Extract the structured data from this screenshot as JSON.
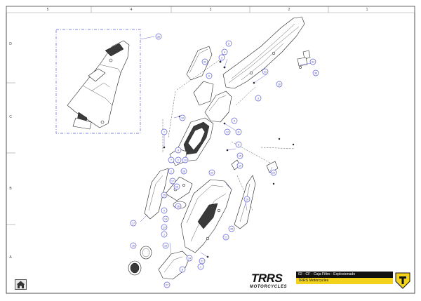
{
  "frame": {
    "columns": [
      "5",
      "4",
      "3",
      "2",
      "1"
    ],
    "rows": [
      "D",
      "C",
      "B",
      "A"
    ]
  },
  "title_block": {
    "logo_text_main": "TRRS",
    "logo_text_sub": "MOTORCYCLES",
    "title": "02 - CF - Caja Filtro - Explosionado",
    "subtitle": "TRRS Motorcycles"
  },
  "colors": {
    "callout": "#5b5bd6",
    "title_bar": "#111111",
    "subtitle_bar": "#f2d21b",
    "logo_accent": "#d42020"
  },
  "icons": {
    "home": "home-icon",
    "brand": "trrs-shield-icon"
  },
  "callouts": [
    "35",
    "5",
    "4",
    "3",
    "34",
    "36",
    "6",
    "31",
    "30",
    "3",
    "32",
    "10",
    "9",
    "5",
    "11",
    "12",
    "7",
    "2",
    "7",
    "20",
    "23",
    "2",
    "28",
    "8",
    "15",
    "19",
    "17",
    "28",
    "25",
    "26",
    "9",
    "14",
    "13",
    "22",
    "29",
    "33",
    "1",
    "21",
    "17",
    "18",
    "24",
    "21",
    "8",
    "16",
    "1",
    "27"
  ]
}
